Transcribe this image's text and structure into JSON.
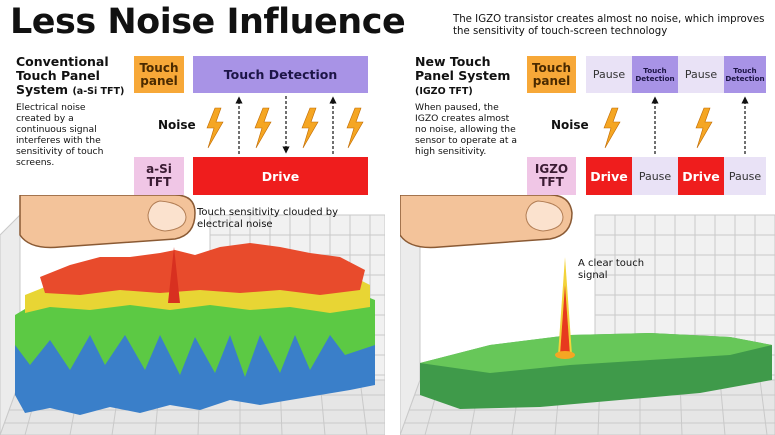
{
  "title": "Less Noise Influence",
  "subtitle": "The IGZO transistor creates almost no noise, which improves the sensitivity of touch-screen technology",
  "left": {
    "heading_line1": "Conventional",
    "heading_line2": "Touch Panel",
    "heading_line3": "System",
    "heading_tag": "(a-Si TFT)",
    "description": "Electrical noise created by a continuous signal interferes with the sensitivity of touch screens.",
    "touch_panel_label": "Touch panel",
    "touch_detection_label": "Touch Detection",
    "noise_label": "Noise",
    "tft_label": "a-Si TFT",
    "drive_label": "Drive",
    "callout": "Touch sensitivity clouded by electrical noise"
  },
  "right": {
    "heading_line1": "New Touch",
    "heading_line2": "Panel System",
    "heading_tag": "(IGZO TFT)",
    "description": "When paused, the IGZO creates almost no noise, allowing the sensor to operate at a high sensitivity.",
    "touch_panel_label": "Touch panel",
    "pause_label": "Pause",
    "touch_detection_label": "Touch Detection",
    "noise_label": "Noise",
    "tft_label": "IGZO TFT",
    "drive_label": "Drive",
    "callout": "A clear touch signal"
  },
  "colors": {
    "orange": "#f7a838",
    "purple": "#a893e6",
    "lilac": "#e9e2f6",
    "pink": "#f0c6e6",
    "red": "#ef1d1d",
    "bolt": "#f5a623"
  },
  "icons": [
    "lightning-bolt-icon",
    "finger-icon",
    "arrow-up-icon",
    "arrow-down-icon"
  ]
}
